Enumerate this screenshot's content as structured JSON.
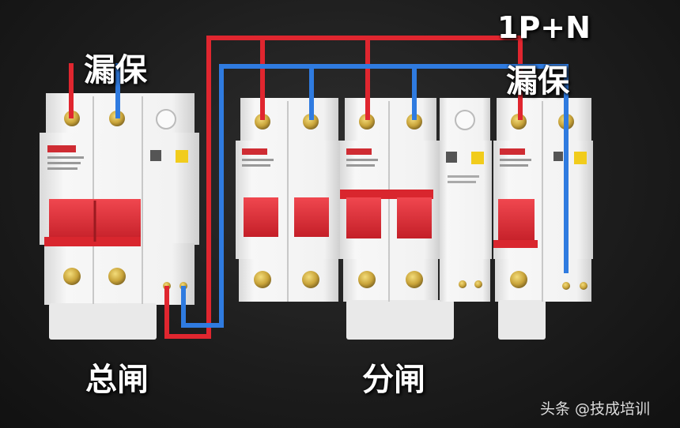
{
  "labels": {
    "rcd_top_left": "漏保",
    "one_p_n": "1P+N",
    "one_p_n_rcd": "漏保",
    "main_switch": "总闸",
    "branch_switch": "分闸"
  },
  "watermark": "头条 @技成培训",
  "colors": {
    "background": "#1d1d1d",
    "breaker_body": "#f2f2f2",
    "toggle_red": "#e2323b",
    "live_wire": "#e0262f",
    "neutral_wire": "#2f7be0",
    "terminal_brass": "#c9a43a"
  },
  "icons": [
    "terminal-screw-icon",
    "brand-logo-icon",
    "test-button-icon"
  ]
}
